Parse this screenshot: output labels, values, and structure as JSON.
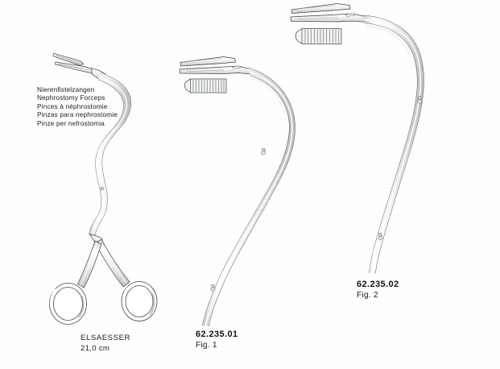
{
  "page": {
    "background": "#ffffff",
    "ink": "#1b1b1b",
    "metal_light": "#fdfdfd",
    "metal_mid": "#e3e4e6",
    "metal_shade": "#b9bcc0",
    "outline": "#3c4044"
  },
  "product": {
    "names": [
      "Nierenfistelzangen",
      "Nephrostomy Forceps",
      "Pinces à néphrostomie",
      "Pinzas para nephrostomie",
      "Pinze per nefrostomia"
    ]
  },
  "figures": {
    "main": {
      "name": "ELSAESSER",
      "size": "21,0 cm"
    },
    "fig1": {
      "code": "62.235.01",
      "label": "Fig. 1"
    },
    "fig2": {
      "code": "62.235.02",
      "label": "Fig. 2"
    }
  }
}
